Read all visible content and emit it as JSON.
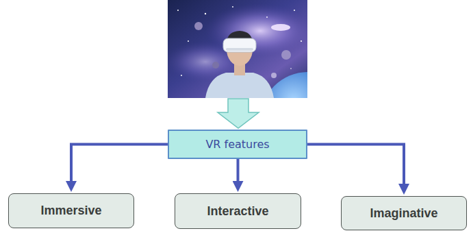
{
  "diagram": {
    "nodes": [
      {
        "text": [
          "VR features"
        ]
      },
      {
        "text": [
          "Immersive"
        ]
      },
      {
        "text": [
          "Interactive"
        ]
      },
      {
        "text": [
          "Imaginative"
        ]
      }
    ],
    "edges": [
      {
        "from": 0,
        "to": 1,
        "arrow": "to"
      },
      {
        "from": 0,
        "to": 2,
        "arrow": "to"
      },
      {
        "from": 0,
        "to": 3,
        "arrow": "to"
      }
    ]
  }
}
